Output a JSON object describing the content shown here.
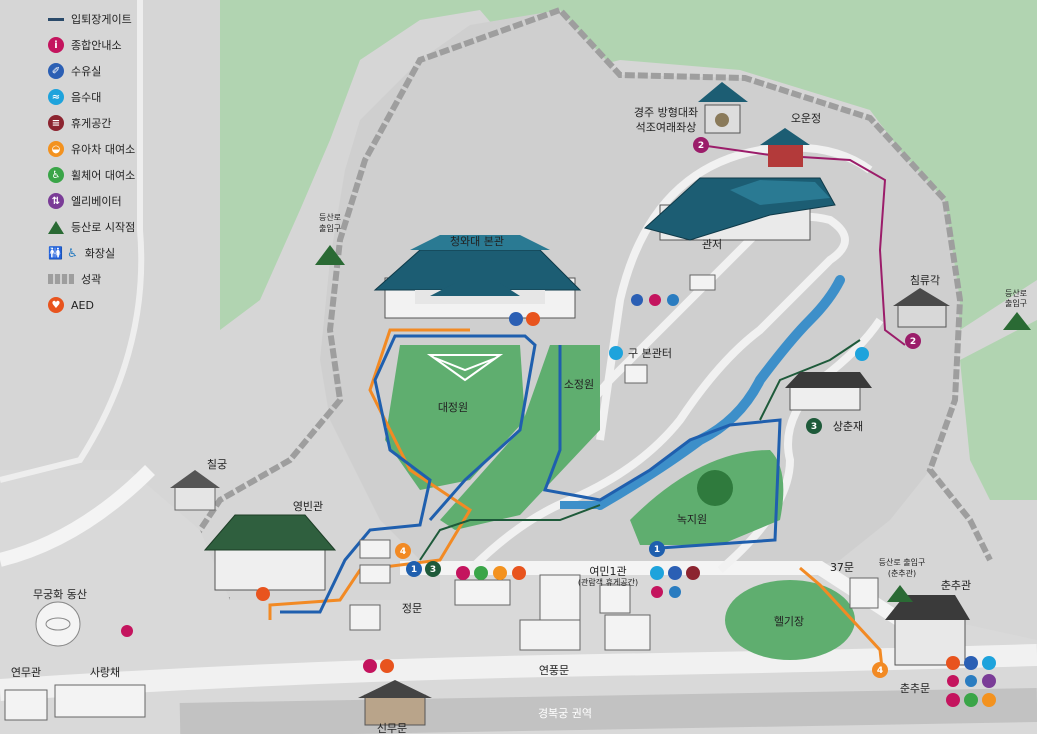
{
  "legend": {
    "items": [
      {
        "label": "입퇴장게이트",
        "icon": "gate-line-icon"
      },
      {
        "label": "종합안내소",
        "icon": "info-icon",
        "color": "#c4145e"
      },
      {
        "label": "수유실",
        "icon": "nursing-room-icon",
        "color": "#2b5fb4"
      },
      {
        "label": "음수대",
        "icon": "drinking-fountain-icon",
        "color": "#1ea3dc"
      },
      {
        "label": "휴게공간",
        "icon": "rest-area-icon",
        "color": "#8c2430"
      },
      {
        "label": "유아차 대여소",
        "icon": "stroller-rental-icon",
        "color": "#f3921f"
      },
      {
        "label": "휠체어 대여소",
        "icon": "wheelchair-rental-icon",
        "color": "#3aa548"
      },
      {
        "label": "엘리베이터",
        "icon": "elevator-icon",
        "color": "#7a3c97"
      },
      {
        "label": "등산로 시작점",
        "icon": "trailhead-icon",
        "color": "#2a6a34"
      },
      {
        "label": "화장실",
        "icon": "restroom-icon"
      },
      {
        "label": "성곽",
        "icon": "fortress-wall-icon"
      },
      {
        "label": "AED",
        "icon": "aed-icon",
        "color": "#e8541e"
      }
    ]
  },
  "places": {
    "main_building": "청와대 본관",
    "daejeongwon": "대정원",
    "sojeongwon": "소정원",
    "old_main_gate_house": "구 본관터",
    "residence": "관저",
    "buddha_statue_line1": "경주 방형대좌",
    "buddha_statue_line2": "석조여래좌상",
    "ounjeong": "오운정",
    "chimnyugak": "침류각",
    "sangchunjae": "상춘재",
    "nokjiwon": "녹지원",
    "chilgung": "칠궁",
    "yeongbingwan": "영빈관",
    "mugunghwa_hill": "무궁화 동산",
    "yeonmugwan": "연무관",
    "sarangchae": "사랑채",
    "main_gate": "정문",
    "sinmumun": "신무문",
    "yeonpungmun": "연풍문",
    "yeomin_hall": "여민1관",
    "yeomin_hall_sub": "(관람객 휴게공간)",
    "heliport": "헬기장",
    "gate_37": "37문",
    "chunchugwan": "춘추관",
    "chunchumun": "춘추문",
    "gyeongbokgung": "경복궁 권역",
    "trail_west_line1": "등산로",
    "trail_west_line2": "출입구",
    "trail_east_line1": "등산로",
    "trail_east_line2": "출입구",
    "trail_chunchu_line1": "등산로 출입구",
    "trail_chunchu_line2": "(춘추관)"
  },
  "route_markers": {
    "m1_main": "1",
    "m3_main": "3",
    "m4_main": "4",
    "m1_nokji": "1",
    "m3_sangchun": "3",
    "m2_ounjeong": "2",
    "m2_chimnyu": "2",
    "m4_chunchu": "4"
  },
  "colors": {
    "route_1": "#1f5fae",
    "route_2": "#9b1d6a",
    "route_3": "#1e5a3a",
    "route_4": "#f28a24",
    "mountain": "#b5d7b3",
    "lawn": "#5fae6f",
    "ground": "#d3d3d3",
    "road": "#f4f4f4",
    "roof": "#1c5d73"
  }
}
